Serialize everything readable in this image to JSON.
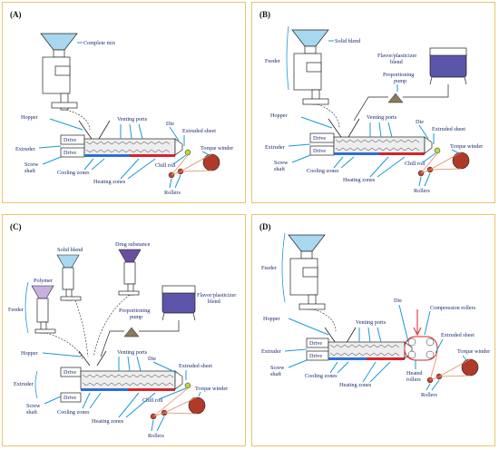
{
  "colors": {
    "border": "#e8c56a",
    "arrow": "#1a9ad6",
    "cooling": "#2a6fd6",
    "heating": "#d8222a",
    "mix_blue": "#a8d8f0",
    "blend_purple": "#5a55a8",
    "polymer_lilac": "#c9b0dd",
    "drug_purple": "#6a4fa0",
    "sheet_orange": "#e08a5a",
    "chill_green": "#b8d846",
    "pump_brown": "#8a7a5a"
  },
  "panels": [
    {
      "id": "A",
      "title": "(A)",
      "labels": {
        "mix": "Complete mix",
        "hopper": "Hopper",
        "extruder": "Extruder",
        "drive1": "Drive",
        "drive2": "Drive",
        "screw": "Screw",
        "shaft": "shaft",
        "cooling": "Cooling zones",
        "heating": "Heating zones",
        "venting": "Venting ports",
        "die": "Die",
        "sheet": "Extruded sheet",
        "chill": "Chill roll",
        "torque": "Torque winder",
        "rollers": "Rollers"
      }
    },
    {
      "id": "B",
      "title": "(B)",
      "labels": {
        "feeder": "Feeder",
        "solid": "Solid blend",
        "flavor1": "Flavor/plasticizer",
        "flavor2": "blend",
        "pump1": "Proportioning",
        "pump2": "pump",
        "hopper": "Hopper",
        "extruder": "Extruder",
        "drive1": "Drive",
        "drive2": "Drive",
        "screw": "Screw",
        "shaft": "shaft",
        "cooling": "Cooling zones",
        "heating": "Heating zones",
        "venting": "Venting ports",
        "die": "Die",
        "sheet": "Extruded sheet",
        "chill": "Chill roll",
        "torque": "Torque winder",
        "rollers": "Rollers"
      }
    },
    {
      "id": "C",
      "title": "(C)",
      "labels": {
        "solid": "Solid blend",
        "drug": "Drug substance",
        "polymer": "Polymer",
        "feeder": "Feeder",
        "flavor1": "Flavor/plasticizer",
        "flavor2": "blend",
        "pump1": "Proportioning",
        "pump2": "pump",
        "hopper": "Hopper",
        "extruder": "Extruder",
        "drive1": "Drive",
        "drive2": "Drive",
        "screw": "Screw",
        "shaft": "shaft",
        "cooling": "Cooling zones",
        "heating": "Heating zones",
        "venting": "Venting ports",
        "die": "Die",
        "sheet": "Extruded sheet",
        "chill": "Chill roll",
        "torque": "Torque winder",
        "rollers": "Rollers"
      }
    },
    {
      "id": "D",
      "title": "(D)",
      "labels": {
        "feeder": "Feeder",
        "hopper": "Hopper",
        "extruder": "Extruder",
        "drive1": "Drive",
        "drive2": "Drive",
        "screw": "Screw",
        "shaft": "shaft",
        "cooling": "Cooling zones",
        "heating": "Heating zones",
        "venting": "Venting ports",
        "die": "Die",
        "compression": "Compression rollers",
        "sheet": "Extruded sheet",
        "heated1": "Heated",
        "heated2": "rollers",
        "torque": "Torque winder",
        "rollers": "Rollers"
      }
    }
  ]
}
